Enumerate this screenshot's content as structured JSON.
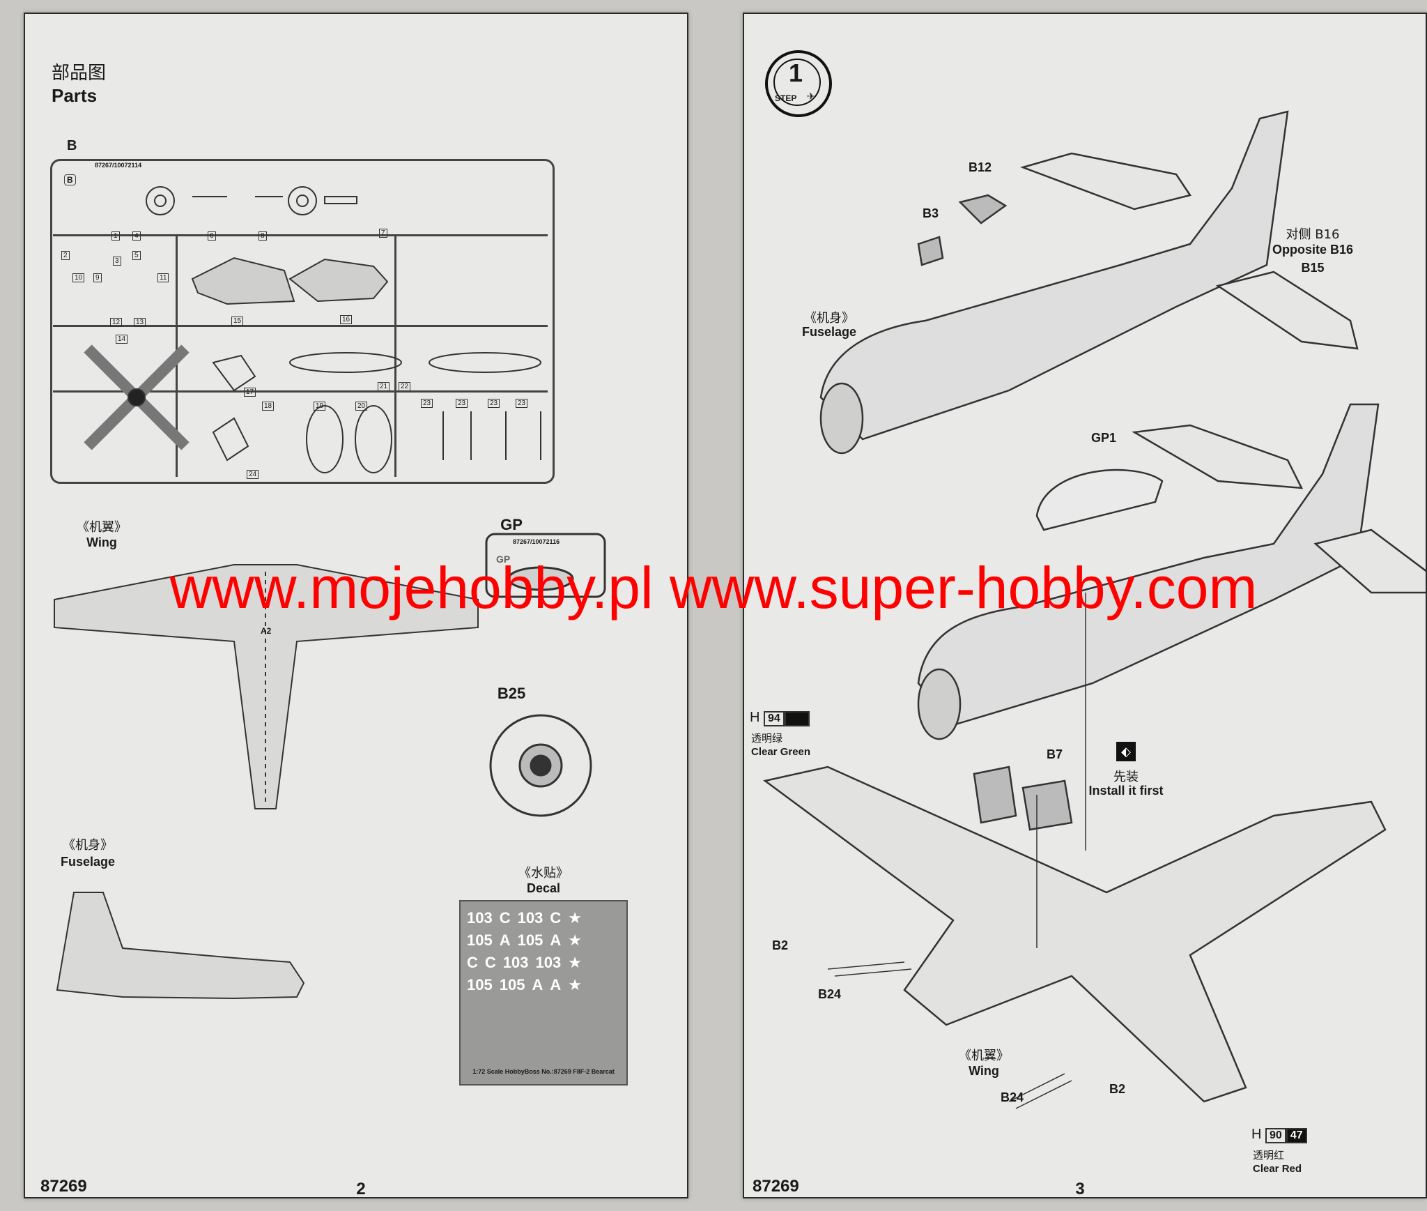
{
  "left_page": {
    "title_cn": "部品图",
    "title_en": "Parts",
    "sprue_b": {
      "label": "B",
      "code": "87267/10072114",
      "corner_tag": "B",
      "part_numbers": [
        "1",
        "2",
        "3",
        "4",
        "5",
        "6",
        "7",
        "8",
        "9",
        "10",
        "11",
        "12",
        "13",
        "14",
        "15",
        "16",
        "17",
        "18",
        "19",
        "20",
        "21",
        "22",
        "23",
        "23",
        "23",
        "23",
        "24"
      ]
    },
    "wing": {
      "label_cn": "《机翼》",
      "label_en": "Wing",
      "part_code": "A2"
    },
    "sprue_gp": {
      "label": "GP",
      "code": "87267/10072116",
      "tag": "GP"
    },
    "b25": {
      "label": "B25"
    },
    "fuselage": {
      "label_cn": "《机身》",
      "label_en": "Fuselage"
    },
    "decal": {
      "label_cn": "《水贴》",
      "label_en": "Decal",
      "rows": [
        [
          "103",
          "C",
          "103",
          "C"
        ],
        [
          "105",
          "A",
          "105",
          "A"
        ],
        [
          "C",
          "C",
          "103",
          "103"
        ],
        [
          "105",
          "105",
          "A",
          "A"
        ]
      ],
      "footer": "1:72 Scale HobbyBoss No.:87269 F8F-2 Bearcat"
    },
    "footer_left": "87269",
    "page_number": "2"
  },
  "right_page": {
    "step": {
      "number": "1",
      "label": "STEP"
    },
    "callouts": {
      "b12": "B12",
      "b3": "B3",
      "fuselage_cn": "《机身》",
      "fuselage_en": "Fuselage",
      "opposite_cn": "对侧 B16",
      "opposite_en": "Opposite B16",
      "b15": "B15",
      "gp1": "GP1",
      "b7": "B7",
      "install_cn": "先装",
      "install_en": "Install it first",
      "b2_top": "B2",
      "b24_top": "B24",
      "wing_cn": "《机翼》",
      "wing_en": "Wing",
      "b24_bottom": "B24",
      "b2_bottom": "B2"
    },
    "paint_green": {
      "prefix": "H",
      "code": "94",
      "label_cn": "透明绿",
      "label_en": "Clear Green"
    },
    "paint_red": {
      "prefix": "H",
      "code": "90",
      "code2": "47",
      "label_cn": "透明红",
      "label_en": "Clear Red"
    },
    "footer_left": "87269",
    "page_number": "3"
  },
  "watermark": "www.mojehobby.pl www.super-hobby.com"
}
